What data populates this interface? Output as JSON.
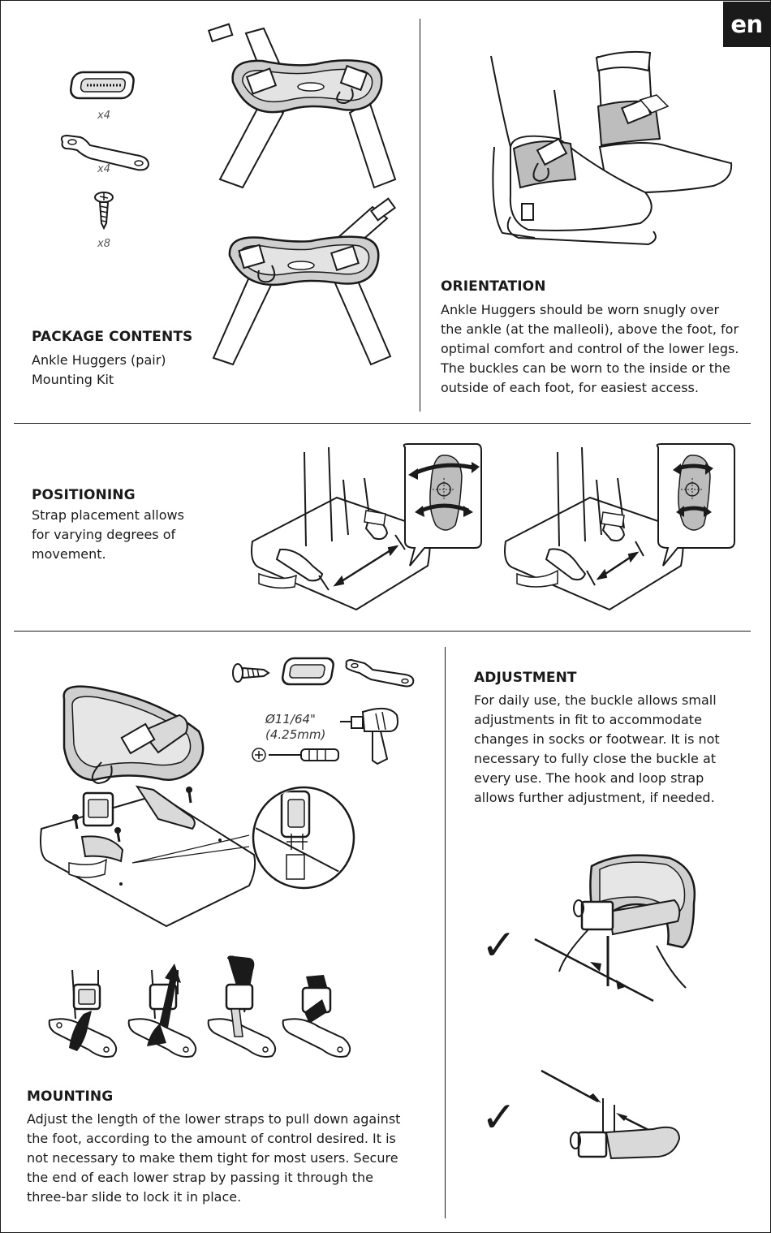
{
  "language_badge": "en",
  "package_contents": {
    "heading": "PACKAGE CONTENTS",
    "lines": [
      "Ankle Huggers (pair)",
      "Mounting Kit"
    ],
    "quantities": [
      "x4",
      "x4",
      "x8"
    ]
  },
  "orientation": {
    "heading": "ORIENTATION",
    "lines": [
      "Ankle Huggers should be worn snugly over",
      "the ankle (at the malleoli), above the foot, for",
      "optimal comfort and control of the lower legs.",
      "The buckles can be worn to the inside or the",
      "outside of each foot, for easiest access."
    ]
  },
  "positioning": {
    "heading": "POSITIONING",
    "lines": [
      "Strap placement allows",
      "for varying degrees of",
      "movement."
    ]
  },
  "drill_spec": {
    "diameter": "Ø11/64\"",
    "metric": "(4.25mm)"
  },
  "adjustment": {
    "heading": "ADJUSTMENT",
    "lines": [
      "For daily use, the buckle allows small",
      "adjustments in fit to accommodate",
      "changes in socks or footwear. It is not",
      "necessary to fully close the buckle at",
      "every use. The hook and loop strap",
      "allows further adjustment, if needed."
    ],
    "check_marks": [
      "✓",
      "✓"
    ]
  },
  "mounting": {
    "heading": "MOUNTING",
    "lines": [
      "Adjust the length of the lower straps to pull down against",
      "the foot, according to the amount of control desired. It is",
      "not necessary to make them tight for most users. Secure",
      "the end of each lower strap by passing it through the",
      "three-bar slide to lock it in place."
    ]
  },
  "colors": {
    "ink": "#1a1a1a",
    "strap_fill": "#d9d9d9",
    "pad_fill": "#bdbdbd",
    "badge_bg": "#1a1a1a"
  },
  "icons": [
    "three-bar-slide-icon",
    "mounting-bracket-icon",
    "screw-icon",
    "drill-icon",
    "screwdriver-icon",
    "check-icon"
  ]
}
